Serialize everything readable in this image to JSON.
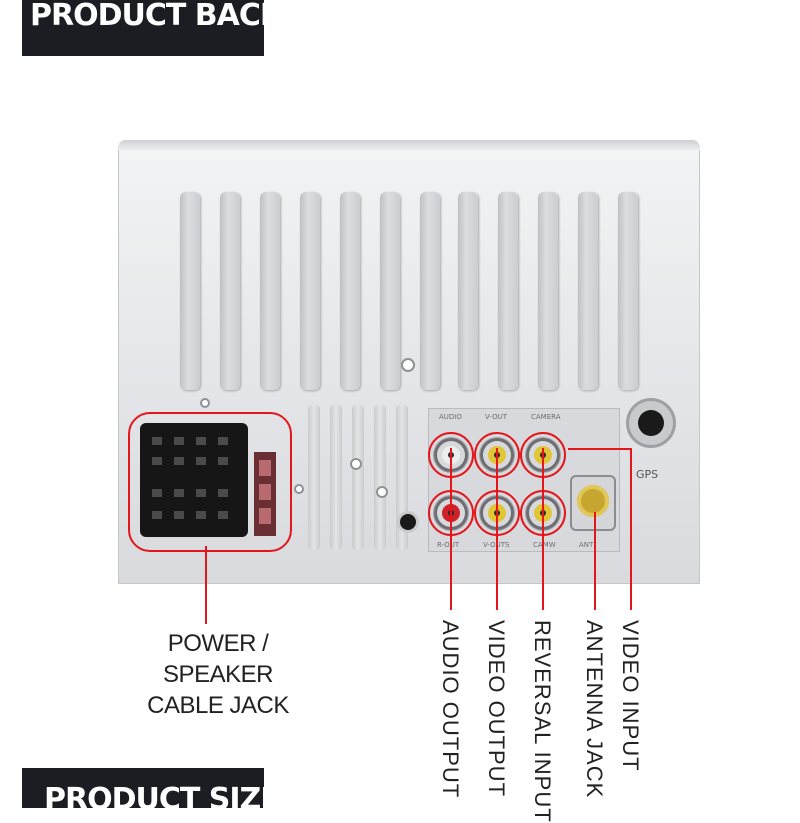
{
  "header": {
    "title": "PRODUCT BACK SIDE"
  },
  "footer": {
    "title": "PRODUCT SIZE"
  },
  "ports": {
    "gps_label": "GPS",
    "rca_top": [
      "AUDIO",
      "V-OUT",
      "CAMERA"
    ],
    "rca_bottom": [
      "R-OUT",
      "V-OUTS",
      "CAMW",
      "ANT"
    ]
  },
  "callouts": {
    "power_speaker": [
      "POWER / SPEAKER",
      "CABLE JACK"
    ],
    "audio_output": "AUDIO OUTPUT",
    "video_output": "VIDEO OUTPUT",
    "reversal_input": "REVERSAL INPUT",
    "antenna_jack": "ANTENNA JACK",
    "video_input": "VIDEO INPUT"
  },
  "colors": {
    "banner_bg": "#1b1d23",
    "highlight": "#e3161c",
    "rca_yellow": "#e2c535",
    "rca_white": "#eceeee",
    "rca_red": "#d0202a"
  }
}
